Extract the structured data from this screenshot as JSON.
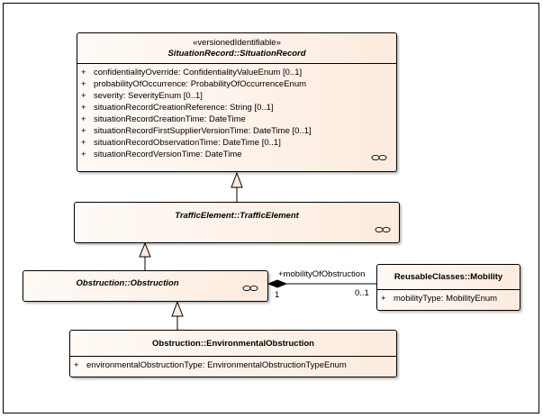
{
  "diagram": {
    "classes": {
      "situation_record": {
        "stereotype": "«versionedIdentifiable»",
        "name": "SituationRecord::SituationRecord",
        "abstract": true,
        "attributes": [
          {
            "visibility": "+",
            "text": "confidentialityOverride: ConfidentialityValueEnum [0..1]"
          },
          {
            "visibility": "+",
            "text": "probabilityOfOccurrence: ProbabilityOfOccurrenceEnum"
          },
          {
            "visibility": "+",
            "text": "severity: SeverityEnum [0..1]"
          },
          {
            "visibility": "+",
            "text": "situationRecordCreationReference: String [0..1]"
          },
          {
            "visibility": "+",
            "text": "situationRecordCreationTime: DateTime"
          },
          {
            "visibility": "+",
            "text": "situationRecordFirstSupplierVersionTime: DateTime [0..1]"
          },
          {
            "visibility": "+",
            "text": "situationRecordObservationTime: DateTime [0..1]"
          },
          {
            "visibility": "+",
            "text": "situationRecordVersionTime: DateTime"
          }
        ]
      },
      "traffic_element": {
        "name": "TrafficElement::TrafficElement",
        "abstract": true
      },
      "obstruction": {
        "name": "Obstruction::Obstruction",
        "abstract": true
      },
      "mobility": {
        "name": "ReusableClasses::Mobility",
        "abstract": false,
        "attributes": [
          {
            "visibility": "+",
            "text": "mobilityType: MobilityEnum"
          }
        ]
      },
      "environmental_obstruction": {
        "name": "Obstruction::EnvironmentalObstruction",
        "abstract": false,
        "attributes": [
          {
            "visibility": "+",
            "text": "environmentalObstructionType: EnvironmentalObstructionTypeEnum"
          }
        ]
      }
    },
    "association": {
      "role": "+mobilityOfObstruction",
      "source_multiplicity": "1",
      "target_multiplicity": "0..1",
      "kind": "composition"
    },
    "generalizations": [
      {
        "child": "TrafficElement::TrafficElement",
        "parent": "SituationRecord::SituationRecord"
      },
      {
        "child": "Obstruction::Obstruction",
        "parent": "TrafficElement::TrafficElement"
      },
      {
        "child": "Obstruction::EnvironmentalObstruction",
        "parent": "Obstruction::Obstruction"
      }
    ],
    "link_icon": "link-chain-icon"
  }
}
